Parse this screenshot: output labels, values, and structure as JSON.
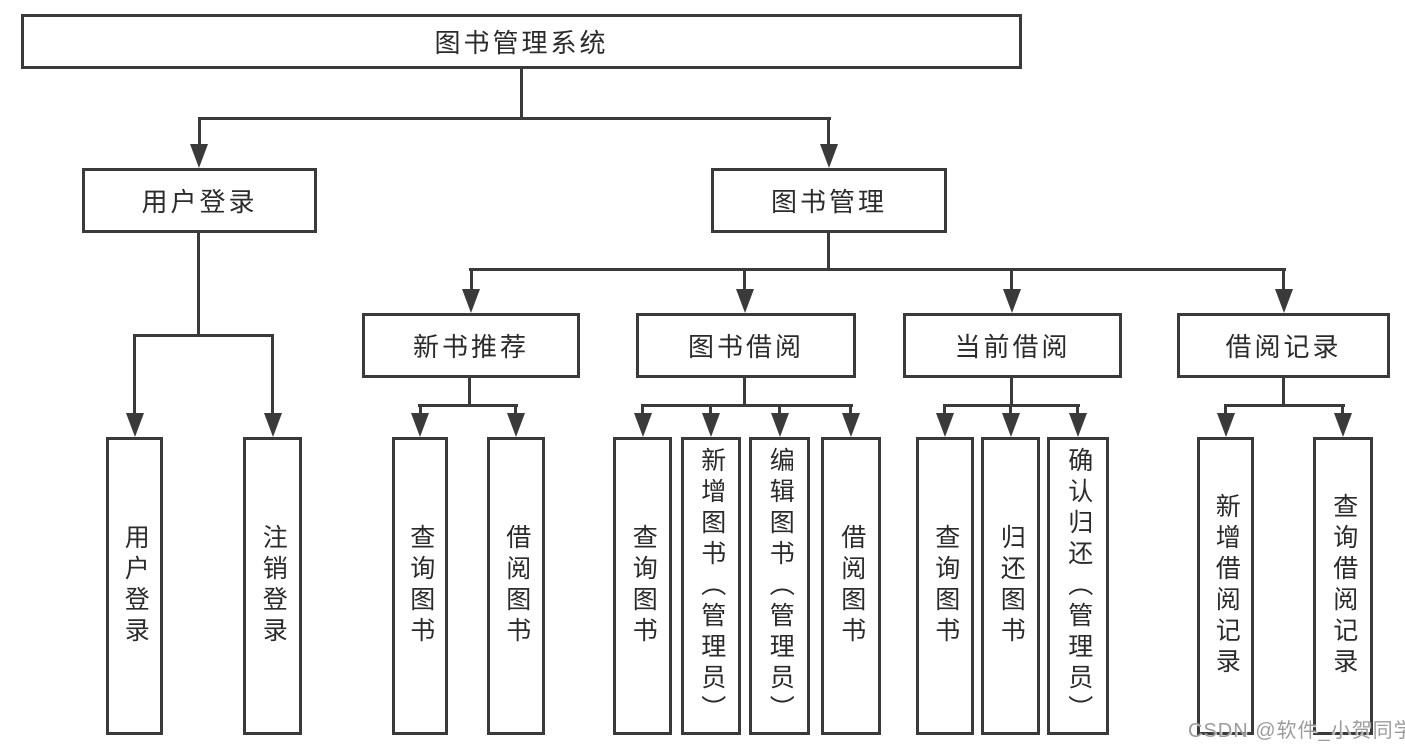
{
  "diagram": {
    "root": {
      "label": "图书管理系统"
    },
    "branches": [
      {
        "label": "用户登录",
        "children": [
          {
            "label": "用户登录"
          },
          {
            "label": "注销登录"
          }
        ]
      },
      {
        "label": "图书管理",
        "children": [
          {
            "label": "新书推荐",
            "children": [
              {
                "label": "查询图书"
              },
              {
                "label": "借阅图书"
              }
            ]
          },
          {
            "label": "图书借阅",
            "children": [
              {
                "label": "查询图书"
              },
              {
                "label": "新增图书（管理员）"
              },
              {
                "label": "编辑图书（管理员）"
              },
              {
                "label": "借阅图书"
              }
            ]
          },
          {
            "label": "当前借阅",
            "children": [
              {
                "label": "查询图书"
              },
              {
                "label": "归还图书"
              },
              {
                "label": "确认归还（管理员）"
              }
            ]
          },
          {
            "label": "借阅记录",
            "children": [
              {
                "label": "新增借阅记录"
              },
              {
                "label": "查询借阅记录"
              }
            ]
          }
        ]
      }
    ]
  },
  "colors": {
    "line": "#3a3a3a",
    "box_border": "#3a3a3a",
    "text": "#2b2b2b",
    "watermark": "#9c9c9c",
    "background": "#ffffff"
  },
  "watermark": {
    "text": "CSDN @软件_小贺同学"
  }
}
